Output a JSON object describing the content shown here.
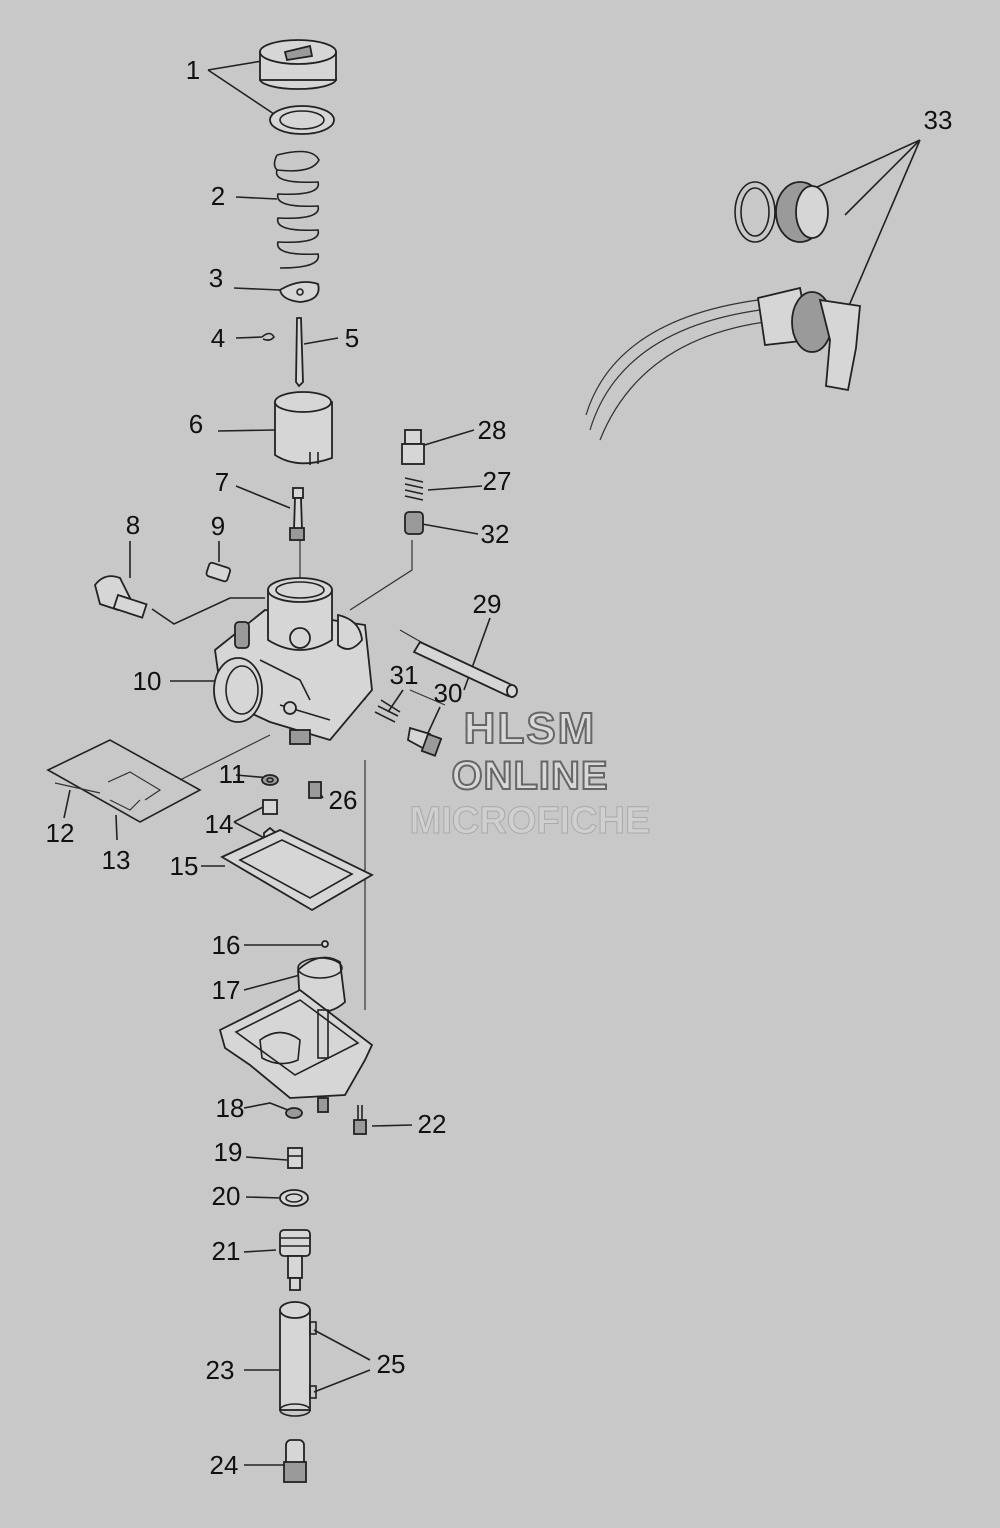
{
  "diagram": {
    "callouts": [
      {
        "id": "c1",
        "text": "1"
      },
      {
        "id": "c2",
        "text": "2"
      },
      {
        "id": "c3",
        "text": "3"
      },
      {
        "id": "c4",
        "text": "4"
      },
      {
        "id": "c5",
        "text": "5"
      },
      {
        "id": "c6",
        "text": "6"
      },
      {
        "id": "c7",
        "text": "7"
      },
      {
        "id": "c8",
        "text": "8"
      },
      {
        "id": "c9",
        "text": "9"
      },
      {
        "id": "c10",
        "text": "10"
      },
      {
        "id": "c11",
        "text": "11"
      },
      {
        "id": "c12",
        "text": "12"
      },
      {
        "id": "c13",
        "text": "13"
      },
      {
        "id": "c14",
        "text": "14"
      },
      {
        "id": "c15",
        "text": "15"
      },
      {
        "id": "c16",
        "text": "16"
      },
      {
        "id": "c17",
        "text": "17"
      },
      {
        "id": "c18",
        "text": "18"
      },
      {
        "id": "c19",
        "text": "19"
      },
      {
        "id": "c20",
        "text": "20"
      },
      {
        "id": "c21",
        "text": "21"
      },
      {
        "id": "c22",
        "text": "22"
      },
      {
        "id": "c23",
        "text": "23"
      },
      {
        "id": "c24",
        "text": "24"
      },
      {
        "id": "c25",
        "text": "25"
      },
      {
        "id": "c26",
        "text": "26"
      },
      {
        "id": "c27",
        "text": "27"
      },
      {
        "id": "c28",
        "text": "28"
      },
      {
        "id": "c29",
        "text": "29"
      },
      {
        "id": "c30",
        "text": "30"
      },
      {
        "id": "c31",
        "text": "31"
      },
      {
        "id": "c32",
        "text": "32"
      },
      {
        "id": "c33",
        "text": "33"
      }
    ]
  },
  "watermark": {
    "line1": "HLSM",
    "line2": "ONLINE",
    "line3": "MICROFICHE"
  },
  "colors": {
    "background": "#c8c8c8",
    "ink": "#222222"
  }
}
